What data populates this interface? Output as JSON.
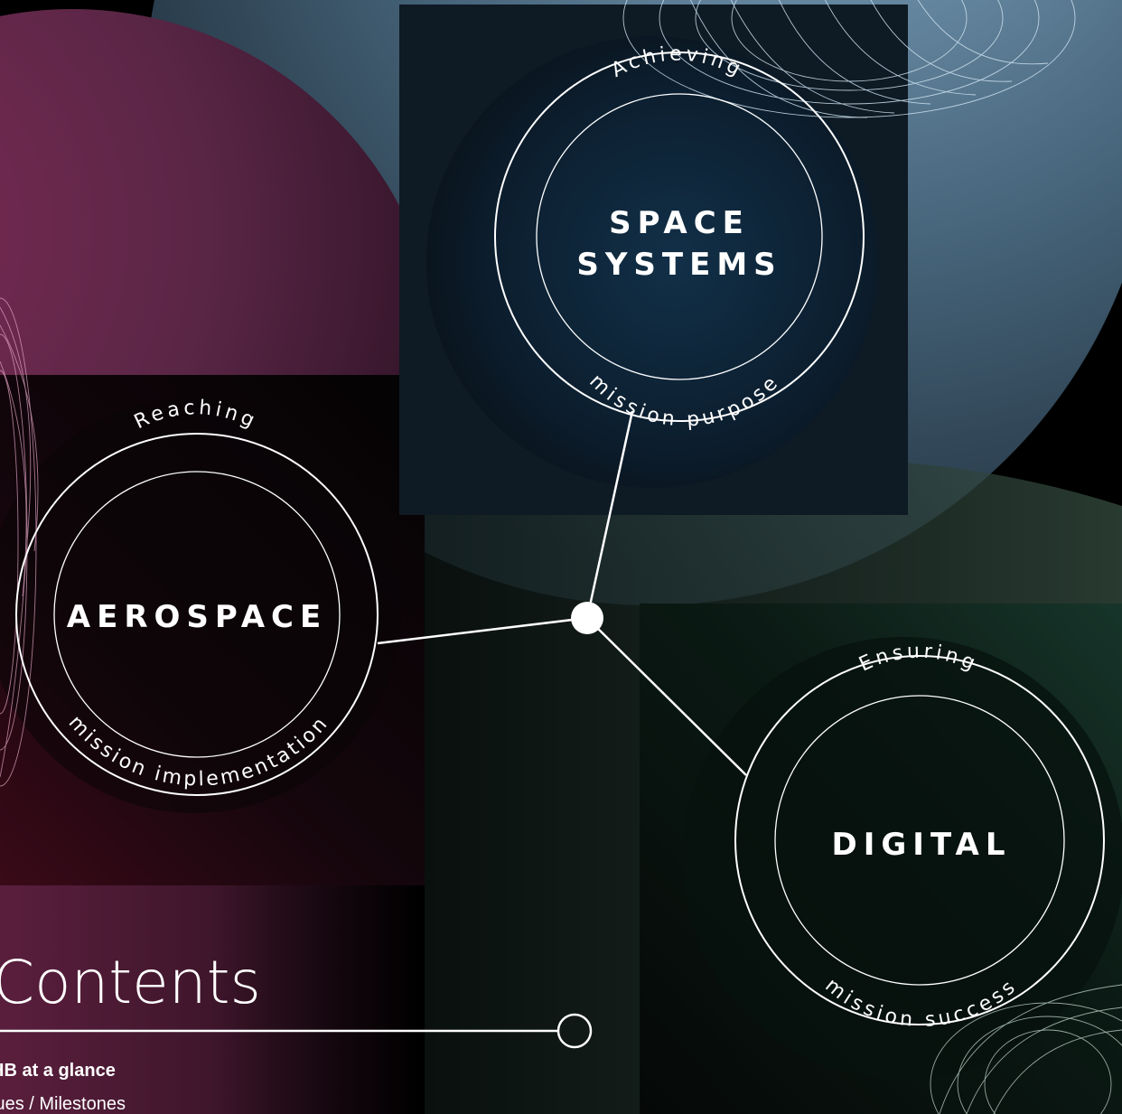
{
  "nodes": {
    "space": {
      "top": "Achieving",
      "title_line1": "SPACE",
      "title_line2": "SYSTEMS",
      "bottom": "mission purpose"
    },
    "aerospace": {
      "top": "Reaching",
      "title": "AEROSPACE",
      "bottom": "mission implementation"
    },
    "digital": {
      "top": "Ensuring",
      "title": "DIGITAL",
      "bottom": "mission success"
    }
  },
  "contents": {
    "title": "Contents",
    "item1": "HB at a glance",
    "item2": "lues / Milestones"
  },
  "colors": {
    "pink": "#8a2a5a",
    "steel_blue": "#5f8aa8",
    "navy": "#0e1c2a",
    "dark_green": "#0f241c"
  }
}
